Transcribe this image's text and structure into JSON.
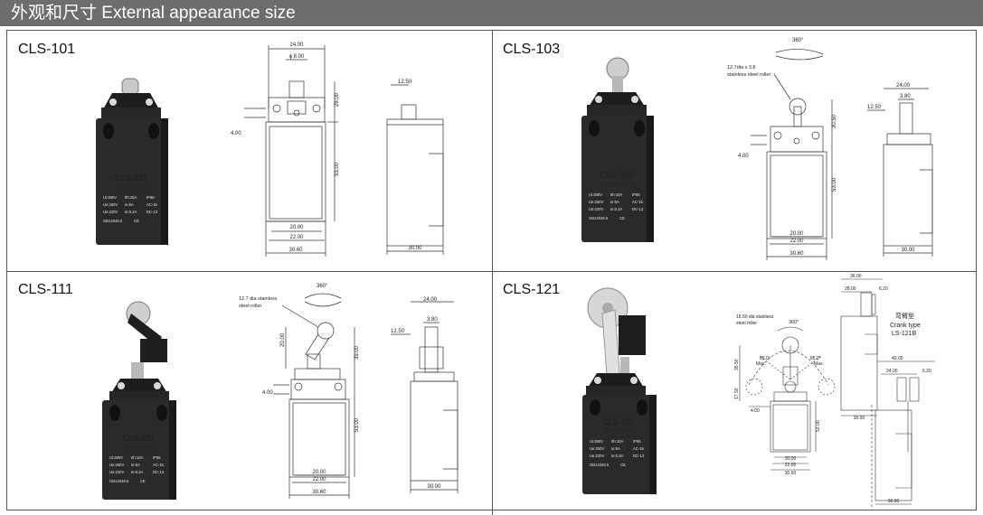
{
  "header": {
    "title": "外观和尺寸 External appearance size"
  },
  "cells": [
    {
      "model": "CLS-101",
      "device": {
        "model": "CLS-101",
        "subtitle": "LIMIT SWITCH",
        "specs": [
          [
            "Ui:380V",
            "Ith:15A",
            "IP65"
          ],
          [
            "Ue:250V",
            "Ie:6A",
            "AC-15"
          ],
          [
            "Ue:220V",
            "Ie:0.3A",
            "DC-13"
          ]
        ],
        "standard": "GB14048.5",
        "marks": "CE"
      },
      "dims": {
        "top_width": "24.00",
        "shaft_dia": "ϕ 8.00",
        "plunger_h": "12.50",
        "head_h": "28.00",
        "body_h": "53.00",
        "hole": "4.00",
        "inner_w1": "20.00",
        "inner_w2": "22.00",
        "overall_w": "30.60",
        "side_w": "30.00"
      }
    },
    {
      "model": "CLS-103",
      "device": {
        "model": "CLS-103",
        "subtitle": "LIMIT SWITCH",
        "specs": [
          [
            "Ui:380V",
            "Ith:10A",
            "IP65"
          ],
          [
            "Ue:250V",
            "Ie:6A",
            "AC-15"
          ],
          [
            "Ue:220V",
            "Ie:0.3A",
            "DC-13"
          ]
        ],
        "standard": "GB14048.5",
        "marks": "CE"
      },
      "rotation": "360°",
      "roller_note": [
        "12.7dia x 3.8",
        "stainless steel roller"
      ],
      "dims": {
        "head_h": "30.50",
        "body_h": "53.00",
        "hole": "4.00",
        "inner_w1": "20.00",
        "inner_w2": "22.00",
        "overall_w": "30.60",
        "side_top": "24.00",
        "roller_w": "3.80",
        "plunger_h": "12.50",
        "side_w": "30.00"
      }
    },
    {
      "model": "CLS-111",
      "device": {
        "model": "CLS-111",
        "subtitle": "LIMIT SWITCH",
        "specs": [
          [
            "Ui:380V",
            "Ith:10A",
            "IP65"
          ],
          [
            "Ue:250V",
            "Ie:6A",
            "AC-15"
          ],
          [
            "Ue:220V",
            "Ie:0.3A",
            "DC-13"
          ]
        ],
        "standard": "GB14048.5",
        "marks": "CE"
      },
      "rotation": "360°",
      "roller_note": [
        "12.7 dia stainless",
        "steel roller"
      ],
      "dims": {
        "arm_h": "20.00",
        "head_h": "39.00",
        "body_h": "53.00",
        "hole": "4.00",
        "inner_w1": "20.00",
        "inner_w2": "22.00",
        "overall_w": "30.60",
        "side_top": "24.00",
        "roller_w": "3.80",
        "plunger_h": "12.50",
        "side_w": "30.00"
      }
    },
    {
      "model": "CLS-121",
      "device": {
        "model": "CLS-121",
        "subtitle": "LIMIT SWITCH",
        "specs": [
          [
            "Ui:380V",
            "Ith:10A",
            "IP65"
          ],
          [
            "Ue:250V",
            "Ie:6A",
            "AC-15"
          ],
          [
            "Ue:220V",
            "Ie:0.3A",
            "DC-13"
          ]
        ],
        "standard": "GB14048.5",
        "marks": "CE"
      },
      "rotation": "360°",
      "roller_note": [
        "16.50 dia stainless",
        "steel roller"
      ],
      "crank": {
        "cn": "弯臂型",
        "en": "Crank type",
        "code": "LS-121B"
      },
      "dims": {
        "arm_h": "35.50",
        "lower_h": "17.50",
        "angle_l": "85.0°",
        "angle_r": "85.0°",
        "angle_note": "Max.",
        "hole": "4.00",
        "body_h": "53.00",
        "inner_w1": "20.00",
        "inner_w2": "22.00",
        "overall_w": "30.60",
        "side_top": "36.00",
        "side_a": "28.00",
        "side_b": "6.20",
        "crank_top": "40.00",
        "crank_a": "24.00",
        "crank_b": "6.20",
        "side_w1": "30.00",
        "side_w2": "30.00"
      }
    }
  ]
}
